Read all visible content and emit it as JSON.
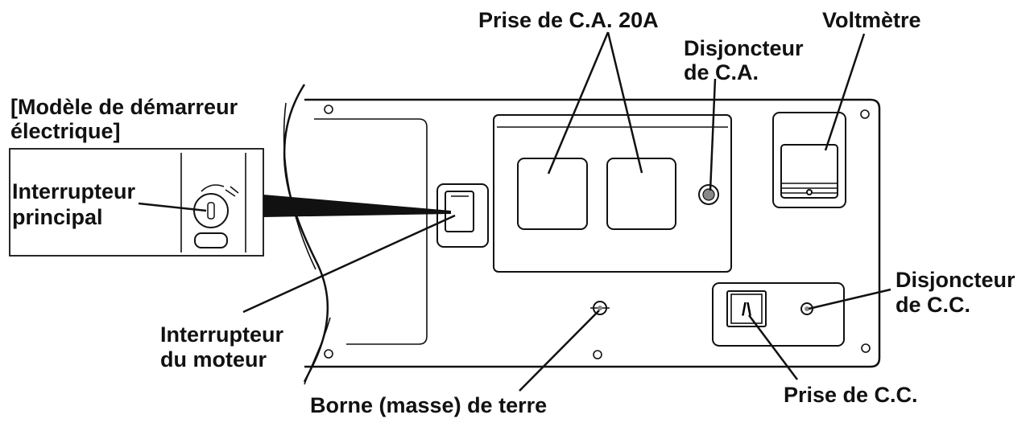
{
  "labels": {
    "ac_outlet": "Prise de C.A. 20A",
    "voltmeter": "Voltmètre",
    "ac_breaker_line1": "Disjoncteur",
    "ac_breaker_line2": "de C.A.",
    "electric_model_line1": "[Modèle de démarreur",
    "electric_model_line2": "électrique]",
    "main_switch_line1": "Interrupteur",
    "main_switch_line2": "principal",
    "engine_switch_line1": "Interrupteur",
    "engine_switch_line2": "du moteur",
    "dc_breaker_line1": "Disjoncteur",
    "dc_breaker_line2": "de C.C.",
    "ground_terminal": "Borne (masse) de terre",
    "dc_outlet": "Prise de C.C."
  },
  "icons": {
    "dc_outlet_glyph": "/\\"
  }
}
